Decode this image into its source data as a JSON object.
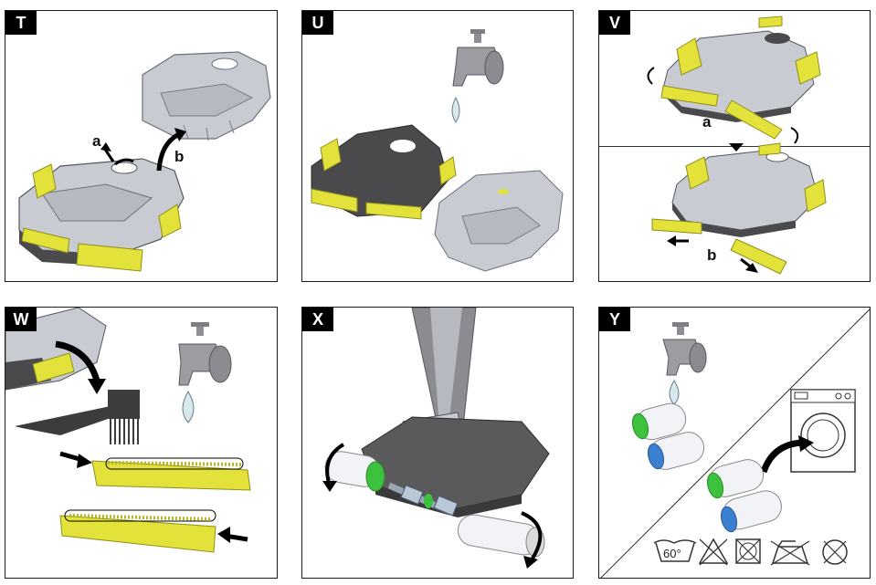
{
  "panels": [
    {
      "letter": "T",
      "labels": {
        "a": "a",
        "b": "b"
      }
    },
    {
      "letter": "U"
    },
    {
      "letter": "V",
      "labels": {
        "a": "a",
        "b": "b"
      }
    },
    {
      "letter": "W"
    },
    {
      "letter": "X"
    },
    {
      "letter": "Y",
      "wash_temp": "60°"
    }
  ],
  "colors": {
    "accent_yellow": "#e3e23a",
    "frame_gray": "#c9cbd2",
    "frame_dark": "#4a4a4c",
    "roller_green": "#3cc23c",
    "roller_blue": "#3a7fd0"
  },
  "icons": {
    "wash": "wash-60-icon",
    "no_bleach": "no-bleach-icon",
    "no_tumble_dry": "no-tumble-dry-icon",
    "no_iron": "no-iron-icon",
    "no_dryclean": "no-dry-clean-icon"
  }
}
